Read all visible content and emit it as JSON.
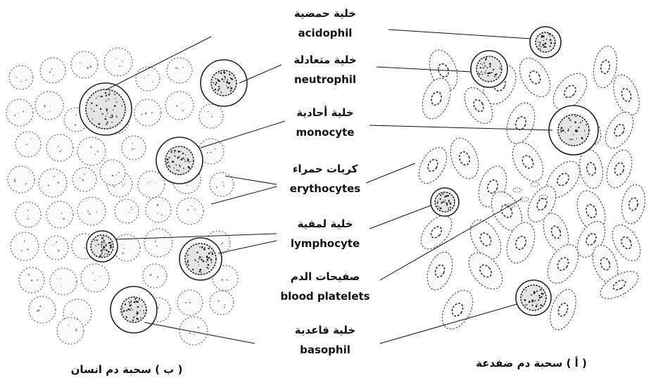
{
  "labels": [
    {
      "key": "acidophil",
      "ar": "خلية حمضية",
      "en": "acidophil"
    },
    {
      "key": "neutrophil",
      "ar": "خلية متعادلة",
      "en": "neutrophil"
    },
    {
      "key": "monocyte",
      "ar": "خلية أحادية",
      "en": "monocyte"
    },
    {
      "key": "erythrocytes",
      "ar": "كريات حمراء",
      "en": "erythocytes"
    },
    {
      "key": "lymphocyte",
      "ar": "خلية لمفية",
      "en": "lymphocyte"
    },
    {
      "key": "platelets",
      "ar": "صفيحات الدم",
      "en": "blood platelets"
    },
    {
      "key": "basophil",
      "ar": "خلية قاعدية",
      "en": "basophil"
    }
  ],
  "captions": {
    "human": "( ب ) سحبة دم انسان",
    "frog": "( أ ) سحبة دم ضفدعة"
  }
}
